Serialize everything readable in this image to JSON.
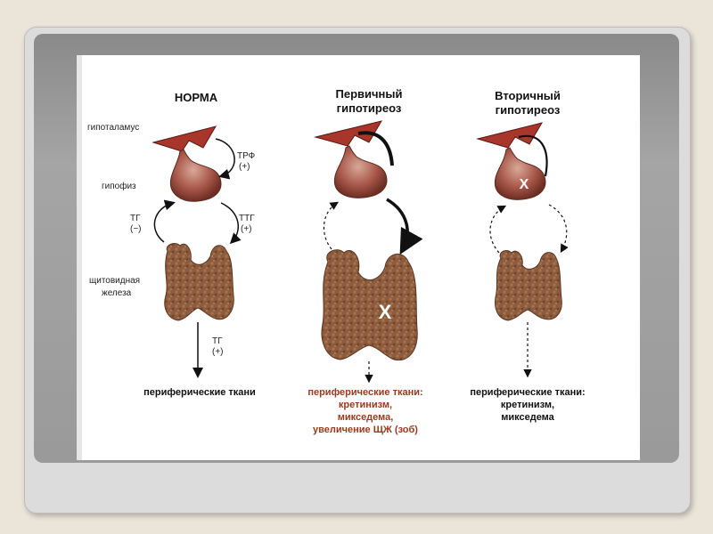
{
  "columns": {
    "norm": {
      "title": "НОРМА"
    },
    "primary": {
      "title_line1": "Первичный",
      "title_line2": "гипотиреоз"
    },
    "secondary": {
      "title_line1": "Вторичный",
      "title_line2": "гипотиреоз"
    }
  },
  "labels": {
    "hypothalamus": "гипоталамус",
    "pituitary": "гипофиз",
    "thyroid_line1": "щитовидная",
    "thyroid_line2": "железа",
    "trf": "ТРФ",
    "trf_sign": "(+)",
    "tg_left": "ТГ",
    "tg_left_sign": "(−)",
    "ttg": "ТТГ",
    "ttg_sign": "(+)",
    "tg_down": "ТГ",
    "tg_down_sign": "(+)",
    "blocked_mark": "X"
  },
  "outcomes": {
    "norm": "периферические ткани",
    "primary_line1": "периферические ткани:",
    "primary_line2": "кретинизм,",
    "primary_line3": "микседема,",
    "primary_line4": "увеличение ЩЖ (зоб)",
    "secondary_line1": "периферические ткани:",
    "secondary_line2": "кретинизм,",
    "secondary_line3": "микседема"
  },
  "colors": {
    "hypothalamus": "#a8362a",
    "pituitary": "#9a4a3a",
    "thyroid": "#8a5a3c",
    "primary_outcome_text": "#9a3a1c"
  }
}
